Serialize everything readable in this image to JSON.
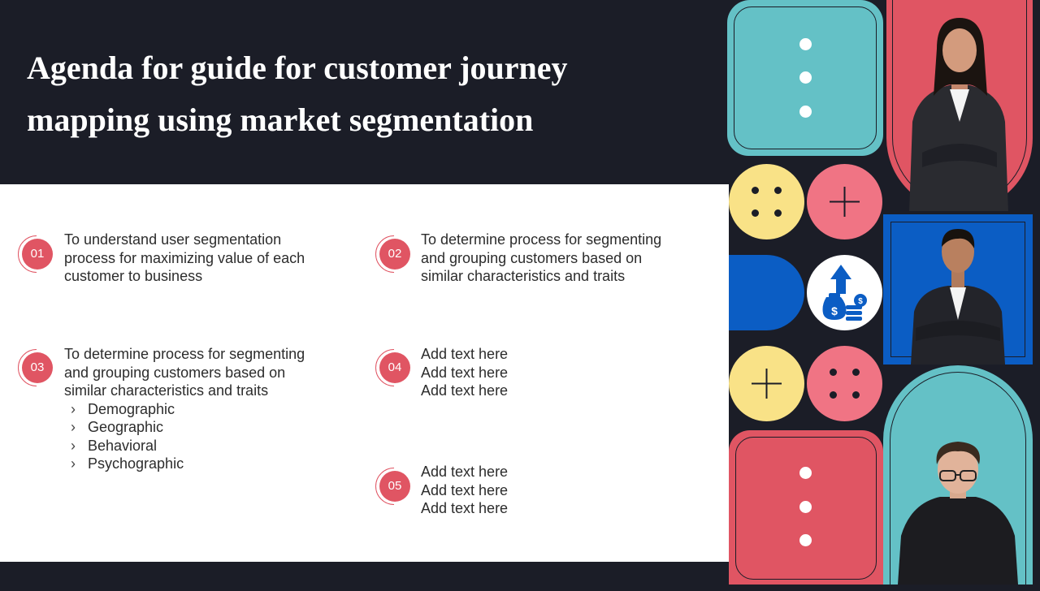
{
  "title": "Agenda for guide for customer journey mapping using market segmentation",
  "items": [
    {
      "num": "01",
      "lines": [
        "To understand user segmentation",
        "process for maximizing value of each",
        "customer to business"
      ]
    },
    {
      "num": "02",
      "lines": [
        "To determine process for segmenting",
        "and grouping customers based on",
        "similar characteristics and traits"
      ]
    },
    {
      "num": "03",
      "lines": [
        "To determine process for segmenting",
        "and grouping customers based on",
        "similar characteristics and traits"
      ],
      "bullets": [
        "Demographic",
        "Geographic",
        "Behavioral",
        "Psychographic"
      ]
    },
    {
      "num": "04",
      "lines": [
        "Add text here",
        "Add text here",
        "Add text here"
      ]
    },
    {
      "num": "05",
      "lines": [
        "Add text here",
        "Add text here",
        "Add text here"
      ]
    }
  ],
  "colors": {
    "accent": "#e05563",
    "background": "#1b1d27",
    "teal": "#64c1c6",
    "yellow": "#f9e287",
    "blue": "#0b5dc4"
  },
  "icons": [
    "money-bag-growth-icon",
    "plus-icon"
  ]
}
